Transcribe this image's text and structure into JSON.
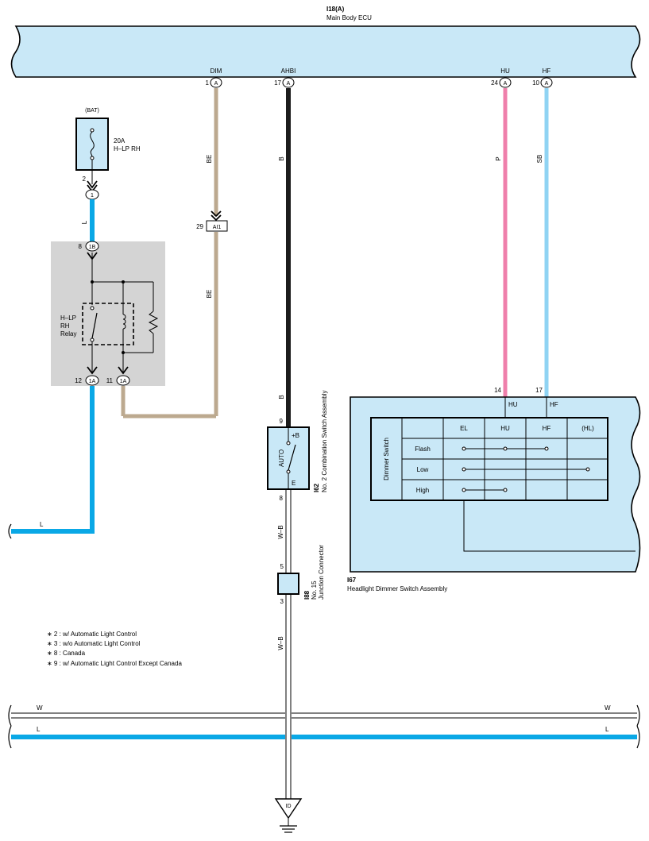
{
  "ecu": {
    "code": "I18(A)",
    "name": "Main Body ECU",
    "pins": [
      {
        "num": "1",
        "conn": "A",
        "label": "DIM"
      },
      {
        "num": "17",
        "conn": "A",
        "label": "AHBI"
      },
      {
        "num": "24",
        "conn": "A",
        "label": "HU"
      },
      {
        "num": "10",
        "conn": "A",
        "label": "HF"
      }
    ]
  },
  "fuse": {
    "source": "(BAT)",
    "rating": "20A",
    "name": "H–LP RH",
    "out_pin": "2",
    "connector": "1"
  },
  "relay": {
    "label_lines": [
      "H–LP",
      "RH",
      "Relay"
    ],
    "pins": [
      {
        "num": "8",
        "conn": "1B"
      },
      {
        "num": "12",
        "conn": "1A"
      },
      {
        "num": "11",
        "conn": "1A"
      }
    ]
  },
  "junction_ai1": {
    "num": "29",
    "conn": "AI1"
  },
  "wires": {
    "dim_top": "BE",
    "dim_bottom": "BE",
    "ahbi_top": "B",
    "ahbi_bottom": "B",
    "hu": "P",
    "hf": "SB",
    "fuse_out": "L",
    "relay_out": "L",
    "ground_1": "W–B",
    "ground_2": "W–B",
    "bus_w_left": "W",
    "bus_w_right": "W",
    "bus_l_left": "L",
    "bus_l_right": "L"
  },
  "combo_switch": {
    "code": "I62",
    "name": "No. 2 Combination Switch Assembly",
    "pin_in": "9",
    "pin_out": "8",
    "terminal_b": "+B",
    "terminal_e": "E",
    "mode": "AUTO"
  },
  "junction_i88": {
    "code": "I88",
    "name_lines": [
      "No. 15",
      "Junction Connector"
    ],
    "pin_top": "5",
    "pin_bottom": "3"
  },
  "dimmer": {
    "code": "I67",
    "name": "Headlight Dimmer Switch Assembly",
    "pins": [
      {
        "num": "14",
        "label": "HU"
      },
      {
        "num": "17",
        "label": "HF"
      }
    ],
    "switch_label": "Dimmer Switch",
    "columns": [
      "EL",
      "HU",
      "HF",
      "(HL)"
    ],
    "rows": [
      "Flash",
      "Low",
      "High"
    ]
  },
  "notes": [
    "∗ 2 : w/ Automatic Light Control",
    "∗ 3 : w/o Automatic Light Control",
    "∗ 8 : Canada",
    "∗ 9 : w/ Automatic Light Control Except Canada"
  ],
  "ground": {
    "label": "ID"
  },
  "colors": {
    "body_fill": "#c9e8f7",
    "relay_bg": "#d4d4d4",
    "wire_blue": "#0aa8e6",
    "wire_beige": "#bca98f",
    "wire_black": "#1c1c1c",
    "wire_pink": "#ef7fab",
    "wire_sky": "#8fd3f3"
  }
}
